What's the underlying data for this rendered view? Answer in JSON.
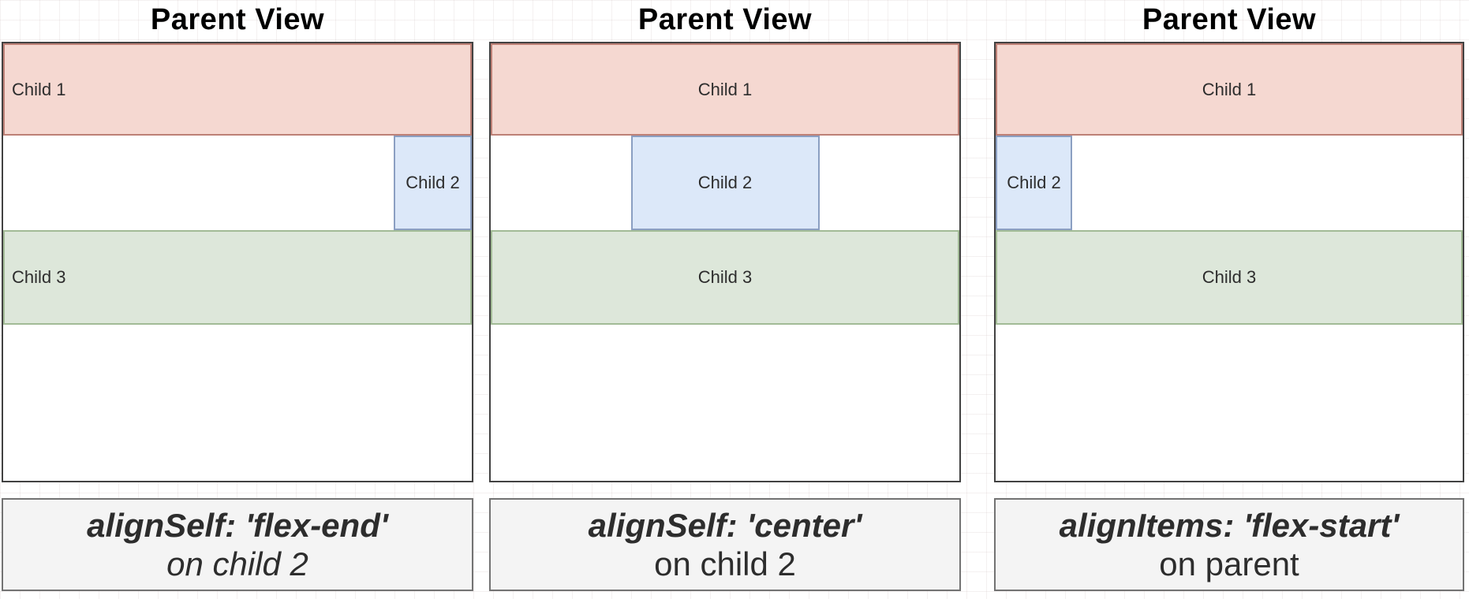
{
  "diagram": {
    "panels": [
      {
        "title": "Parent View",
        "child1_label": "Child 1",
        "child2_label": "Child 2",
        "child3_label": "Child 3",
        "child2_alignment": "flex-end",
        "caption_line1": "alignSelf: 'flex-end'",
        "caption_line2": "on child 2"
      },
      {
        "title": "Parent View",
        "child1_label": "Child 1",
        "child2_label": "Child 2",
        "child3_label": "Child 3",
        "child2_alignment": "center",
        "caption_line1": "alignSelf: 'center'",
        "caption_line2": "on child 2"
      },
      {
        "title": "Parent View",
        "child1_label": "Child 1",
        "child2_label": "Child 2",
        "child3_label": "Child 3",
        "child2_alignment": "flex-start",
        "caption_line1": "alignItems: 'flex-start'",
        "caption_line2": "on parent"
      }
    ],
    "colors": {
      "child1_fill": "#f5d8d1",
      "child1_border": "#bd8076",
      "child2_fill": "#dce8f9",
      "child2_border": "#8b9fc2",
      "child3_fill": "#dde7da",
      "child3_border": "#a2bb96",
      "parent_border": "#424242",
      "caption_background": "#f4f4f4",
      "caption_border": "#737373",
      "label_text": "#2d2d2d",
      "title_text": "#000000"
    }
  }
}
